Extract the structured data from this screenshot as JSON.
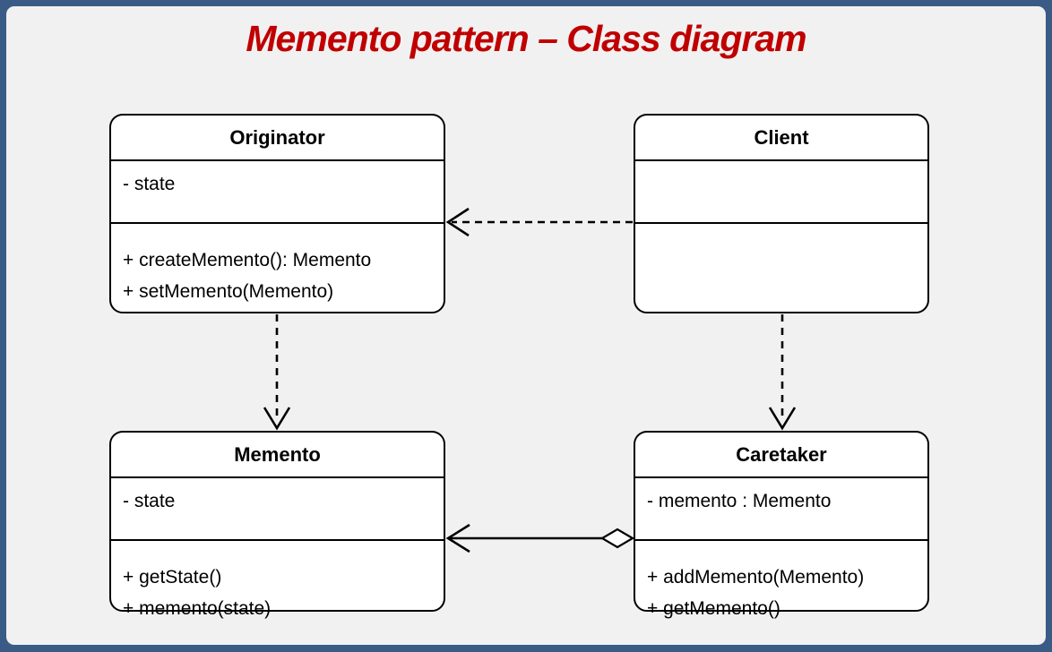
{
  "title": "Memento pattern – Class diagram",
  "colors": {
    "frame_border": "#3a5b85",
    "canvas_background": "#f1f1f1",
    "title_text": "#c00000",
    "class_fill": "#ffffff",
    "class_border": "#000000"
  },
  "classes": {
    "originator": {
      "name": "Originator",
      "attributes": [
        "- state"
      ],
      "methods": [
        "+ createMemento(): Memento",
        "+ setMemento(Memento)"
      ]
    },
    "client": {
      "name": "Client",
      "attributes": [],
      "methods": []
    },
    "memento": {
      "name": "Memento",
      "attributes": [
        "- state"
      ],
      "methods": [
        "+ getState()",
        "+ memento(state)"
      ]
    },
    "caretaker": {
      "name": "Caretaker",
      "attributes": [
        "- memento : Memento"
      ],
      "methods": [
        "+ addMemento(Memento)",
        "+ getMemento()"
      ]
    }
  },
  "relationships": [
    {
      "from": "Client",
      "to": "Originator",
      "type": "dependency",
      "line": "dashed",
      "arrowhead": "open"
    },
    {
      "from": "Originator",
      "to": "Memento",
      "type": "dependency",
      "line": "dashed",
      "arrowhead": "open"
    },
    {
      "from": "Client",
      "to": "Caretaker",
      "type": "dependency",
      "line": "dashed",
      "arrowhead": "open"
    },
    {
      "from": "Caretaker",
      "to": "Memento",
      "type": "aggregation",
      "line": "solid",
      "arrowhead": "open",
      "diamond": "hollow"
    }
  ]
}
